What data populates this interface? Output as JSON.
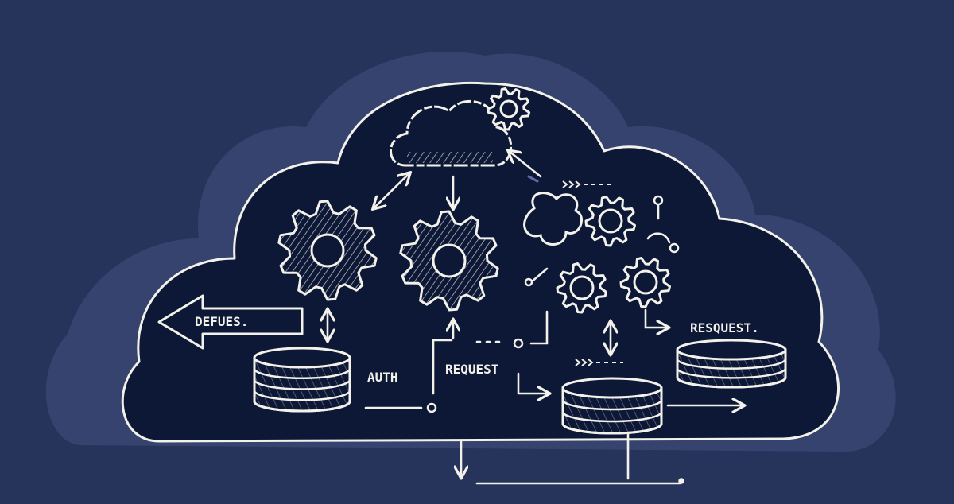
{
  "labels": {
    "defues": "DEFUES.",
    "auth": "AUTH",
    "request_left": "REQUEST",
    "request_right": "RESQUEST."
  },
  "colors": {
    "background": "#26345b",
    "cloud_fill": "#0d1736",
    "chalk": "#f2f1ea",
    "halo": "#41507e",
    "accent": "#5f6aa8"
  },
  "icons": [
    "small-cloud-icon",
    "gear-icon",
    "database-icon",
    "arrow-left-icon",
    "arrow-icon"
  ]
}
